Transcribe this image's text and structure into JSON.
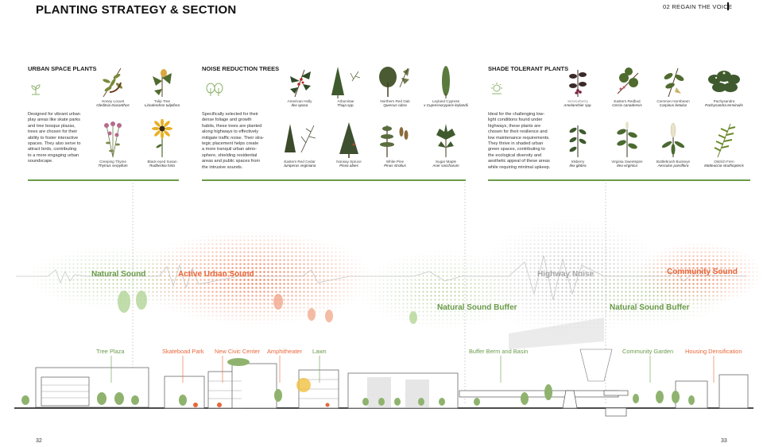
{
  "header": {
    "title": "PLANTING STRATEGY & SECTION",
    "chapter": "02 REGAIN THE VOICE"
  },
  "columns": [
    {
      "title": "URBAN SPACE PLANTS",
      "description": [
        "Designed for vibrant urban",
        "play areas like skate parks",
        "and tree bosque plazas,",
        "trees are chosen for their",
        "ability to foster interactive",
        "spaces. They also serve to",
        "attract birds, contributing",
        "to a more engaging urban",
        "soundscape."
      ],
      "plants": [
        {
          "common": "Honey Locust",
          "latin": "Gleditsia triacanthos",
          "icon": "honey-locust-illustration"
        },
        {
          "common": "Tulip Tree",
          "latin": "Liriodendron tulipifera",
          "icon": "tulip-tree-illustration"
        },
        {
          "common": "Creeping Thyme",
          "latin": "Thymus serpyllum",
          "icon": "creeping-thyme-illustration"
        },
        {
          "common": "Black-eyed Susan",
          "latin": "Rudbeckia hirta",
          "icon": "black-eyed-susan-illustration"
        }
      ]
    },
    {
      "title": "NOISE REDUCTION TREES",
      "description": [
        "Specifically selected for their",
        "dense foliage and growth",
        "habits, these trees are planted",
        "along highways to effectively",
        "mitigate traffic noise. Their stra-",
        "tegic placement helps create",
        "a more tranquil urban atmo-",
        "sphere, shielding residential",
        "areas and public spaces from",
        "the intrusive sounds."
      ],
      "plants": [
        {
          "common": "American Holly",
          "latin": "Ilex opaca",
          "icon": "american-holly-illustration"
        },
        {
          "common": "Arborvitae",
          "latin": "Thuja spp.",
          "icon": "arborvitae-illustration"
        },
        {
          "common": "Northern Red Oak",
          "latin": "Quercus rubra",
          "icon": "northern-red-oak-illustration"
        },
        {
          "common": "Leyland Cypress",
          "latin": "x Cupressocyparis leylandii",
          "icon": "leyland-cypress-illustration"
        },
        {
          "common": "Eastern Red Cedar",
          "latin": "Juniperus virginiana",
          "icon": "eastern-red-cedar-illustration"
        },
        {
          "common": "Norway Spruce",
          "latin": "Picea abies",
          "icon": "norway-spruce-illustration"
        },
        {
          "common": "White Pine",
          "latin": "Pinus strobus",
          "icon": "white-pine-illustration"
        },
        {
          "common": "Sugar Maple",
          "latin": "Acer saccharum",
          "icon": "sugar-maple-illustration"
        }
      ]
    },
    {
      "title": "SHADE TOLERANT PLANTS",
      "description": [
        "Ideal for the challenging low-",
        "light conditions found under",
        "highways, these plants are",
        "chosen for their resilience and",
        "low maintenance requirements.",
        "They thrive in shaded urban",
        "green spaces, contributing to",
        "the ecological diversity and",
        "aesthetic appeal of these areas",
        "while requiring minimal upkeep."
      ],
      "plants": [
        {
          "common": "Serviceberry",
          "latin": "Amelanchier spp.",
          "icon": "serviceberry-illustration"
        },
        {
          "common": "Eastern Redbud",
          "latin": "Cercis canadensis",
          "icon": "eastern-redbud-illustration"
        },
        {
          "common": "Common Hornbeam",
          "latin": "Carpinus betulus",
          "icon": "common-hornbeam-illustration"
        },
        {
          "common": "Pachysandra",
          "latin": "Pachysandra terminalis",
          "icon": "pachysandra-illustration"
        },
        {
          "common": "Inkberry",
          "latin": "Ilex glabra",
          "icon": "inkberry-illustration"
        },
        {
          "common": "Virginia Sweetspire",
          "latin": "Itea virginica",
          "icon": "virginia-sweetspire-illustration"
        },
        {
          "common": "Bottlebrush Buckeye",
          "latin": "Aesculus parviflora",
          "icon": "bottlebrush-buckeye-illustration"
        },
        {
          "common": "Ostrich Fern",
          "latin": "Matteuccia struthiopteris",
          "icon": "ostrich-fern-illustration"
        }
      ]
    }
  ],
  "section": {
    "sound_labels": [
      {
        "text": "Natural Sound",
        "color": "#6a9b4a"
      },
      {
        "text": "Active Urban Sound",
        "color": "#e8673a"
      },
      {
        "text": "Highway Noise",
        "color": "#a8a8a8"
      },
      {
        "text": "Community Sound",
        "color": "#e8673a"
      },
      {
        "text": "Natural Sound Buffer",
        "color": "#6a9b4a"
      },
      {
        "text": "Natural Sound Buffer",
        "color": "#6a9b4a"
      }
    ],
    "place_labels": [
      {
        "text": "Tree Plaza",
        "color": "#6a9b4a"
      },
      {
        "text": "Skateboad Park",
        "color": "#e8673a"
      },
      {
        "text": "New Civic Center",
        "color": "#e8673a"
      },
      {
        "text": "Amphitheater",
        "color": "#e8673a"
      },
      {
        "text": "Lawn",
        "color": "#6a9b4a"
      },
      {
        "text": "Buffer Berm and Basin",
        "color": "#6a9b4a"
      },
      {
        "text": "Community Garden",
        "color": "#6a9b4a"
      },
      {
        "text": "Housing Densification",
        "color": "#e8673a"
      }
    ]
  },
  "footer": {
    "page_left": "32",
    "page_right": "33"
  },
  "colors": {
    "accent_green": "#6a9b4a",
    "accent_orange": "#e8673a",
    "noise_grey": "#a8a8a8"
  }
}
